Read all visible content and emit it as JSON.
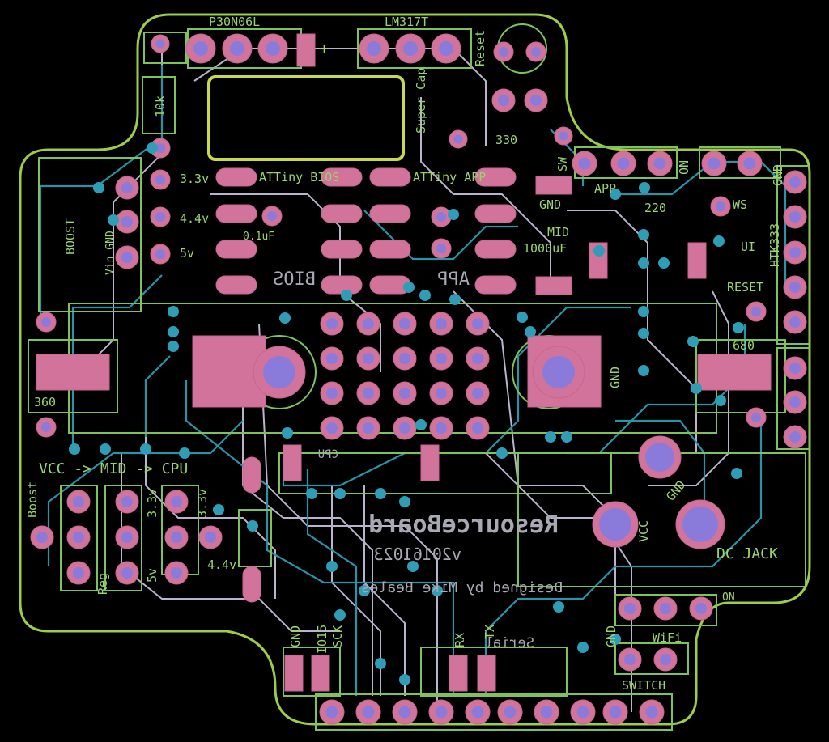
{
  "board": {
    "title": "ResourceBoard",
    "version": "v20161023",
    "credit": "Designed by Mike Beales"
  },
  "labels": {
    "p30n06l": "P30N06L",
    "lm3171": "LM317T",
    "reset": "Reset",
    "plus": "+",
    "r10k": "10k",
    "super_cap": "Super Cap",
    "r330": "330",
    "sw": "SW",
    "on": "ON",
    "gnd": "GND",
    "v33": "3.3v",
    "v44": "4.4v",
    "v5": "5v",
    "boost": "BOOST",
    "vin_gnd": "Vin GND",
    "attiny_bios": "ATTiny BIOS",
    "attiny_app": "ATTiny APP",
    "uf01": "0.1uF",
    "app": "APP",
    "mid": "MID",
    "uf1000": "1000uF",
    "r220": "220",
    "ws": "WS",
    "ui": "UI",
    "htk333": "HTK333",
    "reset_caps": "RESET",
    "bios": "BIOS",
    "app_mirror": "APP",
    "r360": "360",
    "r680": "680",
    "vcc_mid_cpu": "VCC -> MID -> CPU",
    "boost_lower": "Boost",
    "reg": "Reg",
    "dc_jack": "DC JACK",
    "vcc": "VCC",
    "wifi": "WiFi",
    "switch": "SWITCH",
    "serial": "Serial",
    "tx": "TX",
    "rx": "RX",
    "io15": "IO15",
    "sck": "SCK",
    "cpu": "CPU"
  },
  "colors": {
    "background": "#000000",
    "board_outline": "#9ccc4a",
    "silkscreen": "#9bd36e",
    "pad": "#d1739a",
    "drill": "#8a7bdb",
    "top_trace": "#2a93a8",
    "bottom_trace": "#b9b3cd"
  }
}
